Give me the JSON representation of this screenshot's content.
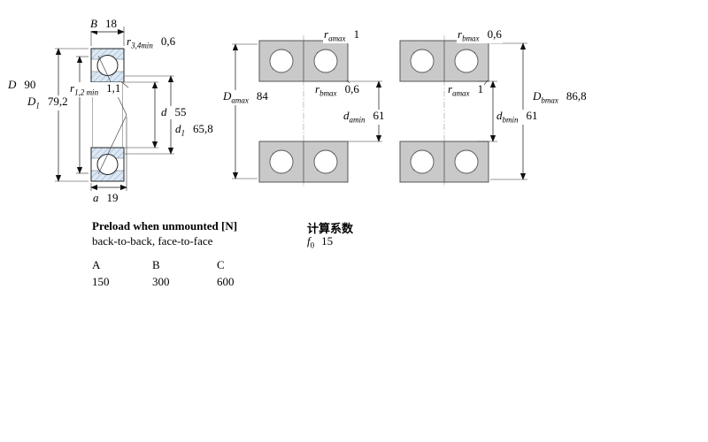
{
  "figure_left": {
    "dims": {
      "B": {
        "sym": "B",
        "val": "18"
      },
      "r34": {
        "sym": "r",
        "sub": "3,4min",
        "val": "0,6"
      },
      "D": {
        "sym": "D",
        "val": "90"
      },
      "D1": {
        "sym": "D",
        "sub": "1",
        "val": "79,2"
      },
      "r12": {
        "sym": "r",
        "sub": "1,2 min",
        "val": "1,1"
      },
      "d": {
        "sym": "d",
        "val": "55"
      },
      "d1": {
        "sym": "d",
        "sub": "1",
        "val": "65,8"
      },
      "a": {
        "sym": "a",
        "val": "19"
      }
    }
  },
  "figure_middle": {
    "dims": {
      "r_amax": {
        "sym": "r",
        "sub": "amax",
        "val": "1"
      },
      "D_amax": {
        "sym": "D",
        "sub": "amax",
        "val": "84"
      },
      "r_bmax": {
        "sym": "r",
        "sub": "bmax",
        "val": "0,6"
      },
      "d_amin": {
        "sym": "d",
        "sub": "amin",
        "val": "61"
      }
    }
  },
  "figure_right": {
    "dims": {
      "r_bmax": {
        "sym": "r",
        "sub": "bmax",
        "val": "0,6"
      },
      "r_amax": {
        "sym": "r",
        "sub": "amax",
        "val": "1"
      },
      "D_bmax": {
        "sym": "D",
        "sub": "bmax",
        "val": "86,8"
      },
      "d_bmin": {
        "sym": "d",
        "sub": "bmin",
        "val": "61"
      }
    }
  },
  "preload": {
    "title": "Preload when unmounted [N]",
    "subtitle": "back-to-back, face-to-face",
    "columns": [
      "A",
      "B",
      "C"
    ],
    "values": [
      "150",
      "300",
      "600"
    ]
  },
  "calc": {
    "title": "计算系数",
    "f0": {
      "sym": "f",
      "sub": "0",
      "val": "15"
    }
  }
}
